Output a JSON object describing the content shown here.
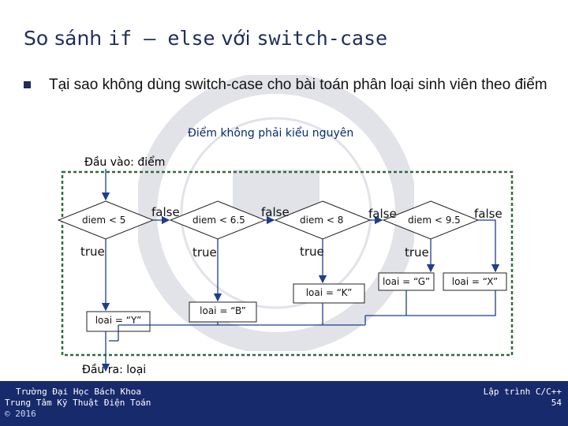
{
  "slide": {
    "title_part1": "So sánh ",
    "title_part2": "if – else",
    "title_part3": " với ",
    "title_part4": "switch-case",
    "bullet": "Tại sao không dùng switch-case cho bài toán phân loại sinh viên theo điểm",
    "note": "Điểm không phải kiểu nguyên"
  },
  "diagram": {
    "input_label": "Đầu vào: điểm",
    "output_label": "Đầu ra: loại",
    "conditions": [
      "diem < 5",
      "diem < 6.5",
      "diem < 8",
      "diem < 9.5"
    ],
    "false_labels": [
      "false",
      "false",
      "false",
      "false"
    ],
    "true_labels": [
      "true",
      "true",
      "true",
      "true"
    ],
    "results": [
      "loai = “Y”",
      "loai = “B”",
      "loai = “K”",
      "loai = “G”",
      "loai = “X”"
    ]
  },
  "footer": {
    "school": "Trường Đại Học Bách Khoa",
    "center": "Trung Tâm Kỹ Thuật Điện Toán",
    "year": "© 2016",
    "course": "Lập trình C/C++",
    "page": "54"
  },
  "colors": {
    "title": "#1f2d5a",
    "footer_bg": "#172a6b",
    "frame": "#2e6b3a"
  }
}
